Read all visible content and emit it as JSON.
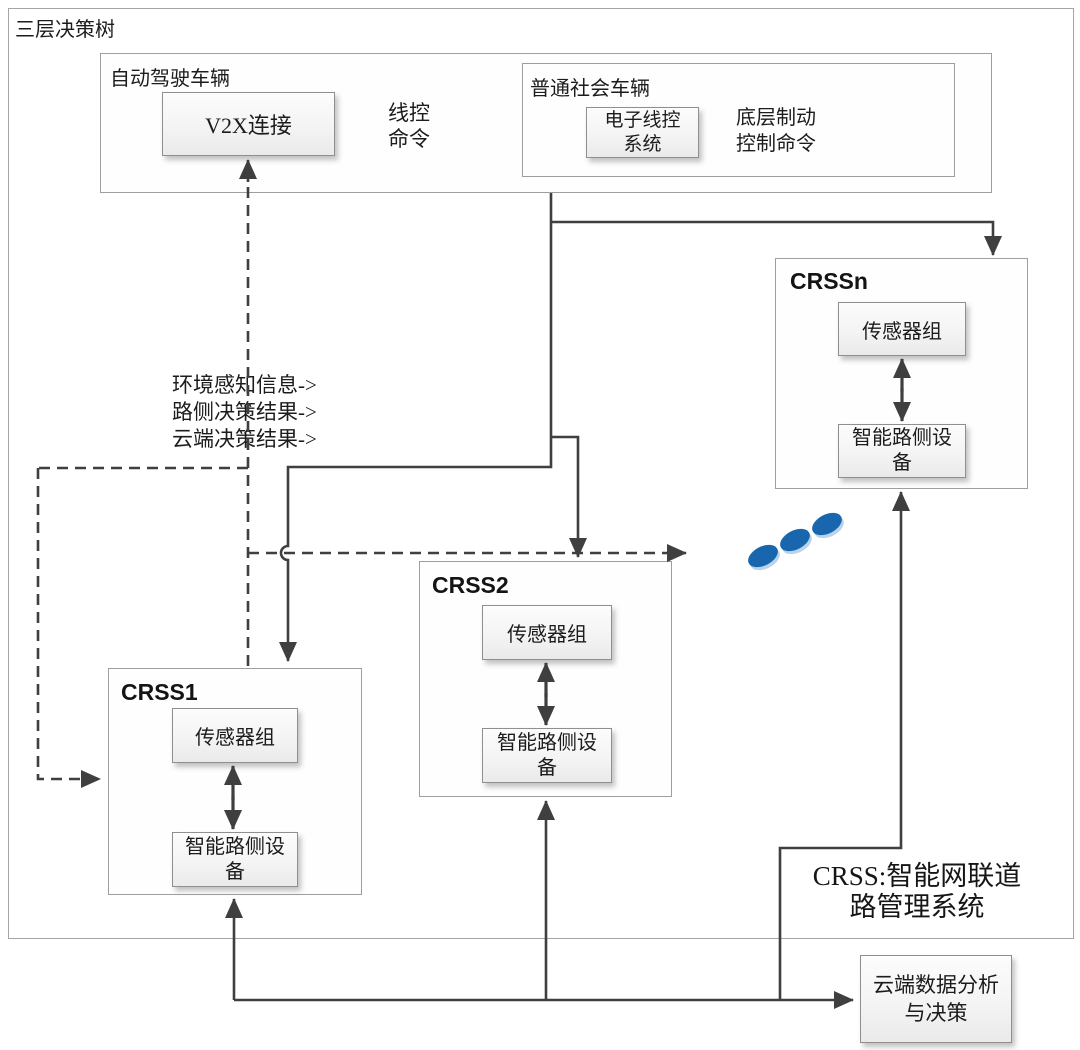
{
  "title": "三层决策树",
  "vehicles": {
    "auto_label": "自动驾驶车辆",
    "v2x": "V2X连接",
    "wire_cmd": {
      "line1": "线控",
      "line2": "命令"
    },
    "social_label": "普通社会车辆",
    "ebw": {
      "line1": "电子线控",
      "line2": "系统"
    },
    "brake_cmd": {
      "line1": "底层制动",
      "line2": "控制命令"
    }
  },
  "dashed_info": {
    "line1": "环境感知信息->",
    "line2": "路侧决策结果->",
    "line3": "云端决策结果->"
  },
  "crss1": {
    "title": "CRSS1",
    "sensor": "传感器组",
    "roadside": {
      "line1": "智能路侧设",
      "line2": "备"
    }
  },
  "crss2": {
    "title": "CRSS2",
    "sensor": "传感器组",
    "roadside": {
      "line1": "智能路侧设",
      "line2": "备"
    }
  },
  "crssn": {
    "title": "CRSSn",
    "sensor": "传感器组",
    "roadside": {
      "line1": "智能路侧设",
      "line2": "备"
    }
  },
  "legend": {
    "line1": "CRSS:智能网联道",
    "line2": "路管理系统"
  },
  "cloud": {
    "line1": "云端数据分析",
    "line2": "与决策"
  },
  "colors": {
    "line": "#3f3f3f",
    "ellipsis_fill": "#1766ae",
    "ellipsis_halo": "#b9d3e8",
    "box_border": "#9e9e9e"
  }
}
